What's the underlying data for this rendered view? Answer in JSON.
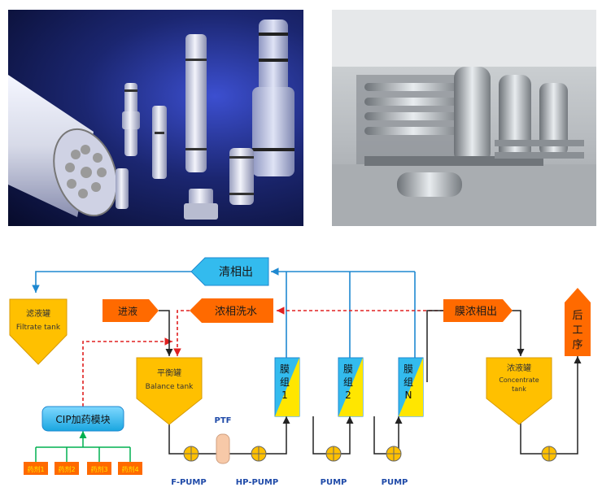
{
  "photos": {
    "left": {
      "icon": "ceramic-membrane-photo"
    },
    "right": {
      "icon": "membrane-plant-photo"
    }
  },
  "diagram": {
    "clear_out": "清相出",
    "feed_in": "进液",
    "concentrate_wash": "浓相洗水",
    "membrane_concentrate_out": "膜浓相出",
    "next_process": [
      "后",
      "工",
      "序"
    ],
    "filtrate_tank": {
      "cn": "滤液罐",
      "en": "Filtrate tank"
    },
    "balance_tank": {
      "cn": "平衡罐",
      "en": "Balance tank"
    },
    "concentrate_tank": {
      "cn": "浓液罐",
      "en": "Concentrate",
      "en2": "tank"
    },
    "cip_module": "CIP加药模块",
    "chemicals": [
      "药剂1",
      "药剂2",
      "药剂3",
      "药剂4"
    ],
    "membranes": [
      {
        "l1": "膜",
        "l2": "组",
        "l3": "1"
      },
      {
        "l1": "膜",
        "l2": "组",
        "l3": "2"
      },
      {
        "l1": "膜",
        "l2": "组",
        "l3": "N"
      }
    ],
    "ptf": "PTF",
    "pumps": [
      "F-PUMP",
      "HP-PUMP",
      "PUMP",
      "PUMP"
    ]
  },
  "colors": {
    "orange": "#ff6a00",
    "cyan": "#33bbee",
    "yellow": "#ffc000",
    "green": "#00b050",
    "line_blue": "#1e88d0",
    "line_red": "#e02020"
  }
}
